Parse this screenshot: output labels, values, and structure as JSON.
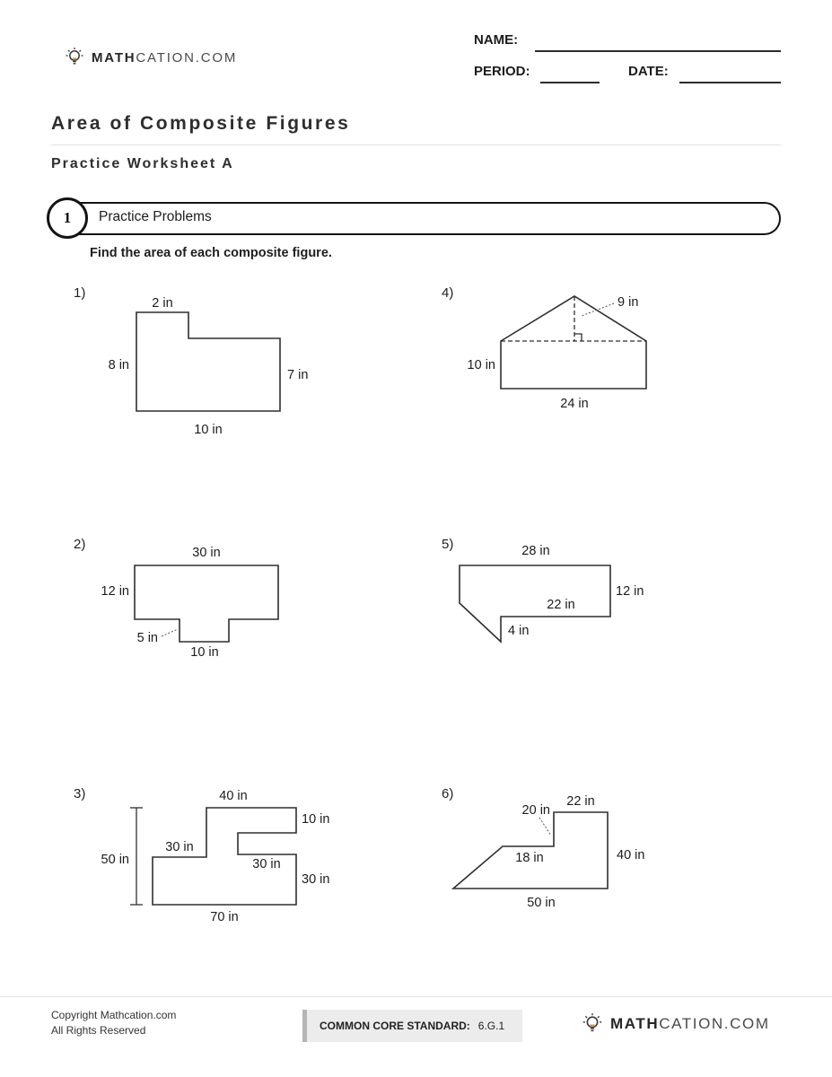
{
  "header": {
    "logo_bold": "MATH",
    "logo_rest": "CATION.COM",
    "name_label": "NAME:",
    "period_label": "PERIOD:",
    "date_label": "DATE:"
  },
  "title": "Area of Composite Figures",
  "subtitle": "Practice Worksheet A",
  "section": {
    "number": "1",
    "title": "Practice Problems"
  },
  "instructions": "Find the area of each composite figure.",
  "problems": {
    "p1": {
      "num": "1)",
      "top": "2 in",
      "left": "8 in",
      "right": "7 in",
      "bottom": "10 in"
    },
    "p2": {
      "num": "2)",
      "top": "30 in",
      "left": "12 in",
      "notch_depth": "5 in",
      "notch_width": "10 in"
    },
    "p3": {
      "num": "3)",
      "top": "40 in",
      "right_upper": "10 in",
      "left_step": "30 in",
      "mid_step": "30 in",
      "right_lower": "30 in",
      "bottom": "70 in",
      "overall_height": "50 in"
    },
    "p4": {
      "num": "4)",
      "height": "9 in",
      "left": "10 in",
      "bottom": "24 in"
    },
    "p5": {
      "num": "5)",
      "top": "28 in",
      "right": "12 in",
      "inner": "22 in",
      "notch": "4 in"
    },
    "p6": {
      "num": "6)",
      "left_upper": "20 in",
      "top": "22 in",
      "inner": "18 in",
      "right": "40 in",
      "bottom": "50 in"
    }
  },
  "footer": {
    "copyright_line1": "Copyright Mathcation.com",
    "copyright_line2": "All Rights Reserved",
    "standard_label": "COMMON CORE STANDARD:",
    "standard_value": "6.G.1",
    "logo_bold": "MATH",
    "logo_rest": "CATION.COM"
  }
}
